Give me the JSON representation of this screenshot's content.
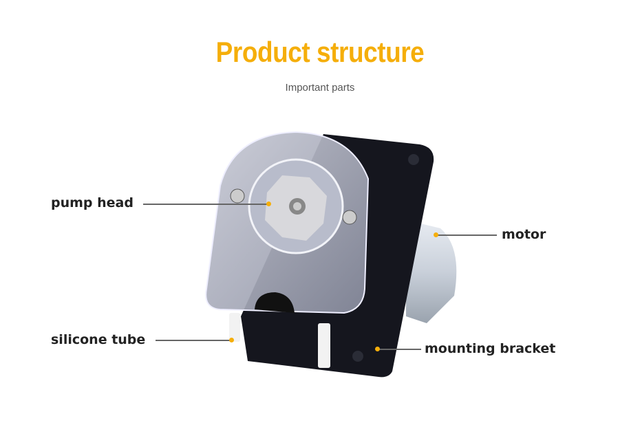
{
  "header": {
    "title": "Product structure",
    "subtitle": "Important parts"
  },
  "labels": {
    "pump_head": "pump head",
    "motor": "motor",
    "silicone_tube": "silicone tube",
    "mounting_bracket": "mounting bracket"
  },
  "colors": {
    "accent": "#f5ae0a",
    "text": "#222222"
  }
}
